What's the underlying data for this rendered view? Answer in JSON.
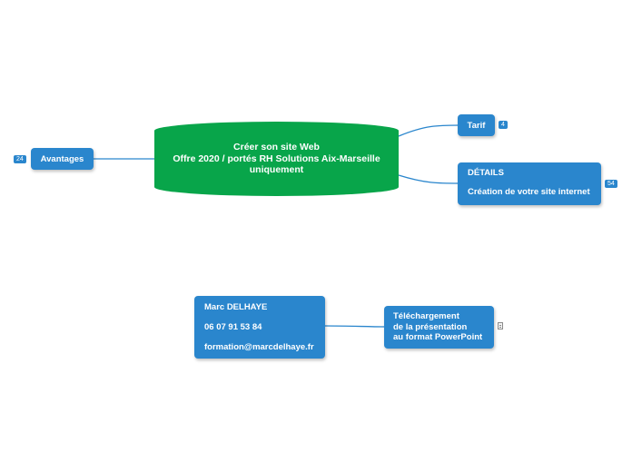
{
  "center": {
    "line1": "Créer son site Web",
    "line2": "Offre 2020 / portés RH Solutions Aix-Marseille",
    "line3": "uniquement"
  },
  "nodes": {
    "avantages": {
      "label": "Avantages",
      "count": "24"
    },
    "tarif": {
      "label": "Tarif",
      "count": "4"
    },
    "details": {
      "title": "DÉTAILS",
      "text": "Création de votre site internet",
      "count": "54"
    },
    "contact": {
      "name": "Marc DELHAYE",
      "phone": "06 07 91 53 84",
      "email": "formation@marcdelhaye.fr"
    },
    "telechargement": {
      "line1": "Téléchargement",
      "line2": "de la présentation",
      "line3": "au format PowerPoint",
      "note_icon": "note-icon"
    }
  },
  "colors": {
    "center": "#08a54a",
    "node": "#2a86cd",
    "link": "#2a86cd"
  }
}
